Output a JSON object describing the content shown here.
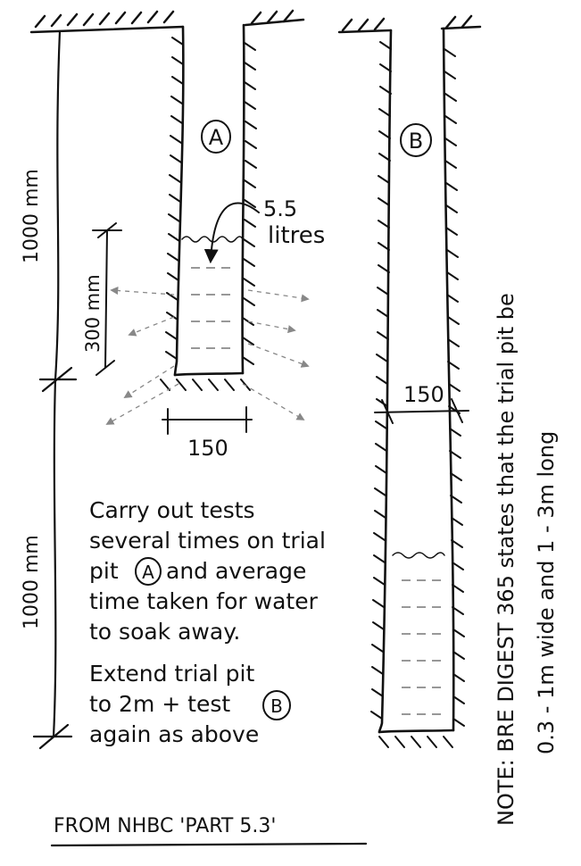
{
  "pit_a": {
    "label": "A",
    "width": "150",
    "water_depth": "300 mm",
    "water_volume": "5.5",
    "water_volume_unit": "litres"
  },
  "pit_b": {
    "label": "B",
    "width": "150"
  },
  "depth_upper": "1000 mm",
  "depth_lower": "1000 mm",
  "instructions": [
    "Carry out tests",
    "several times on trial",
    "pit",
    "and average",
    "time taken for water",
    "to soak away.",
    "Extend trial pit",
    "to 2m + test",
    "again as above"
  ],
  "note": [
    "NOTE: BRE DIGEST 365 states that the trial pit be",
    "0.3 - 1m wide and 1 - 3m long"
  ],
  "source": "FROM NHBC 'PART 5.3'"
}
